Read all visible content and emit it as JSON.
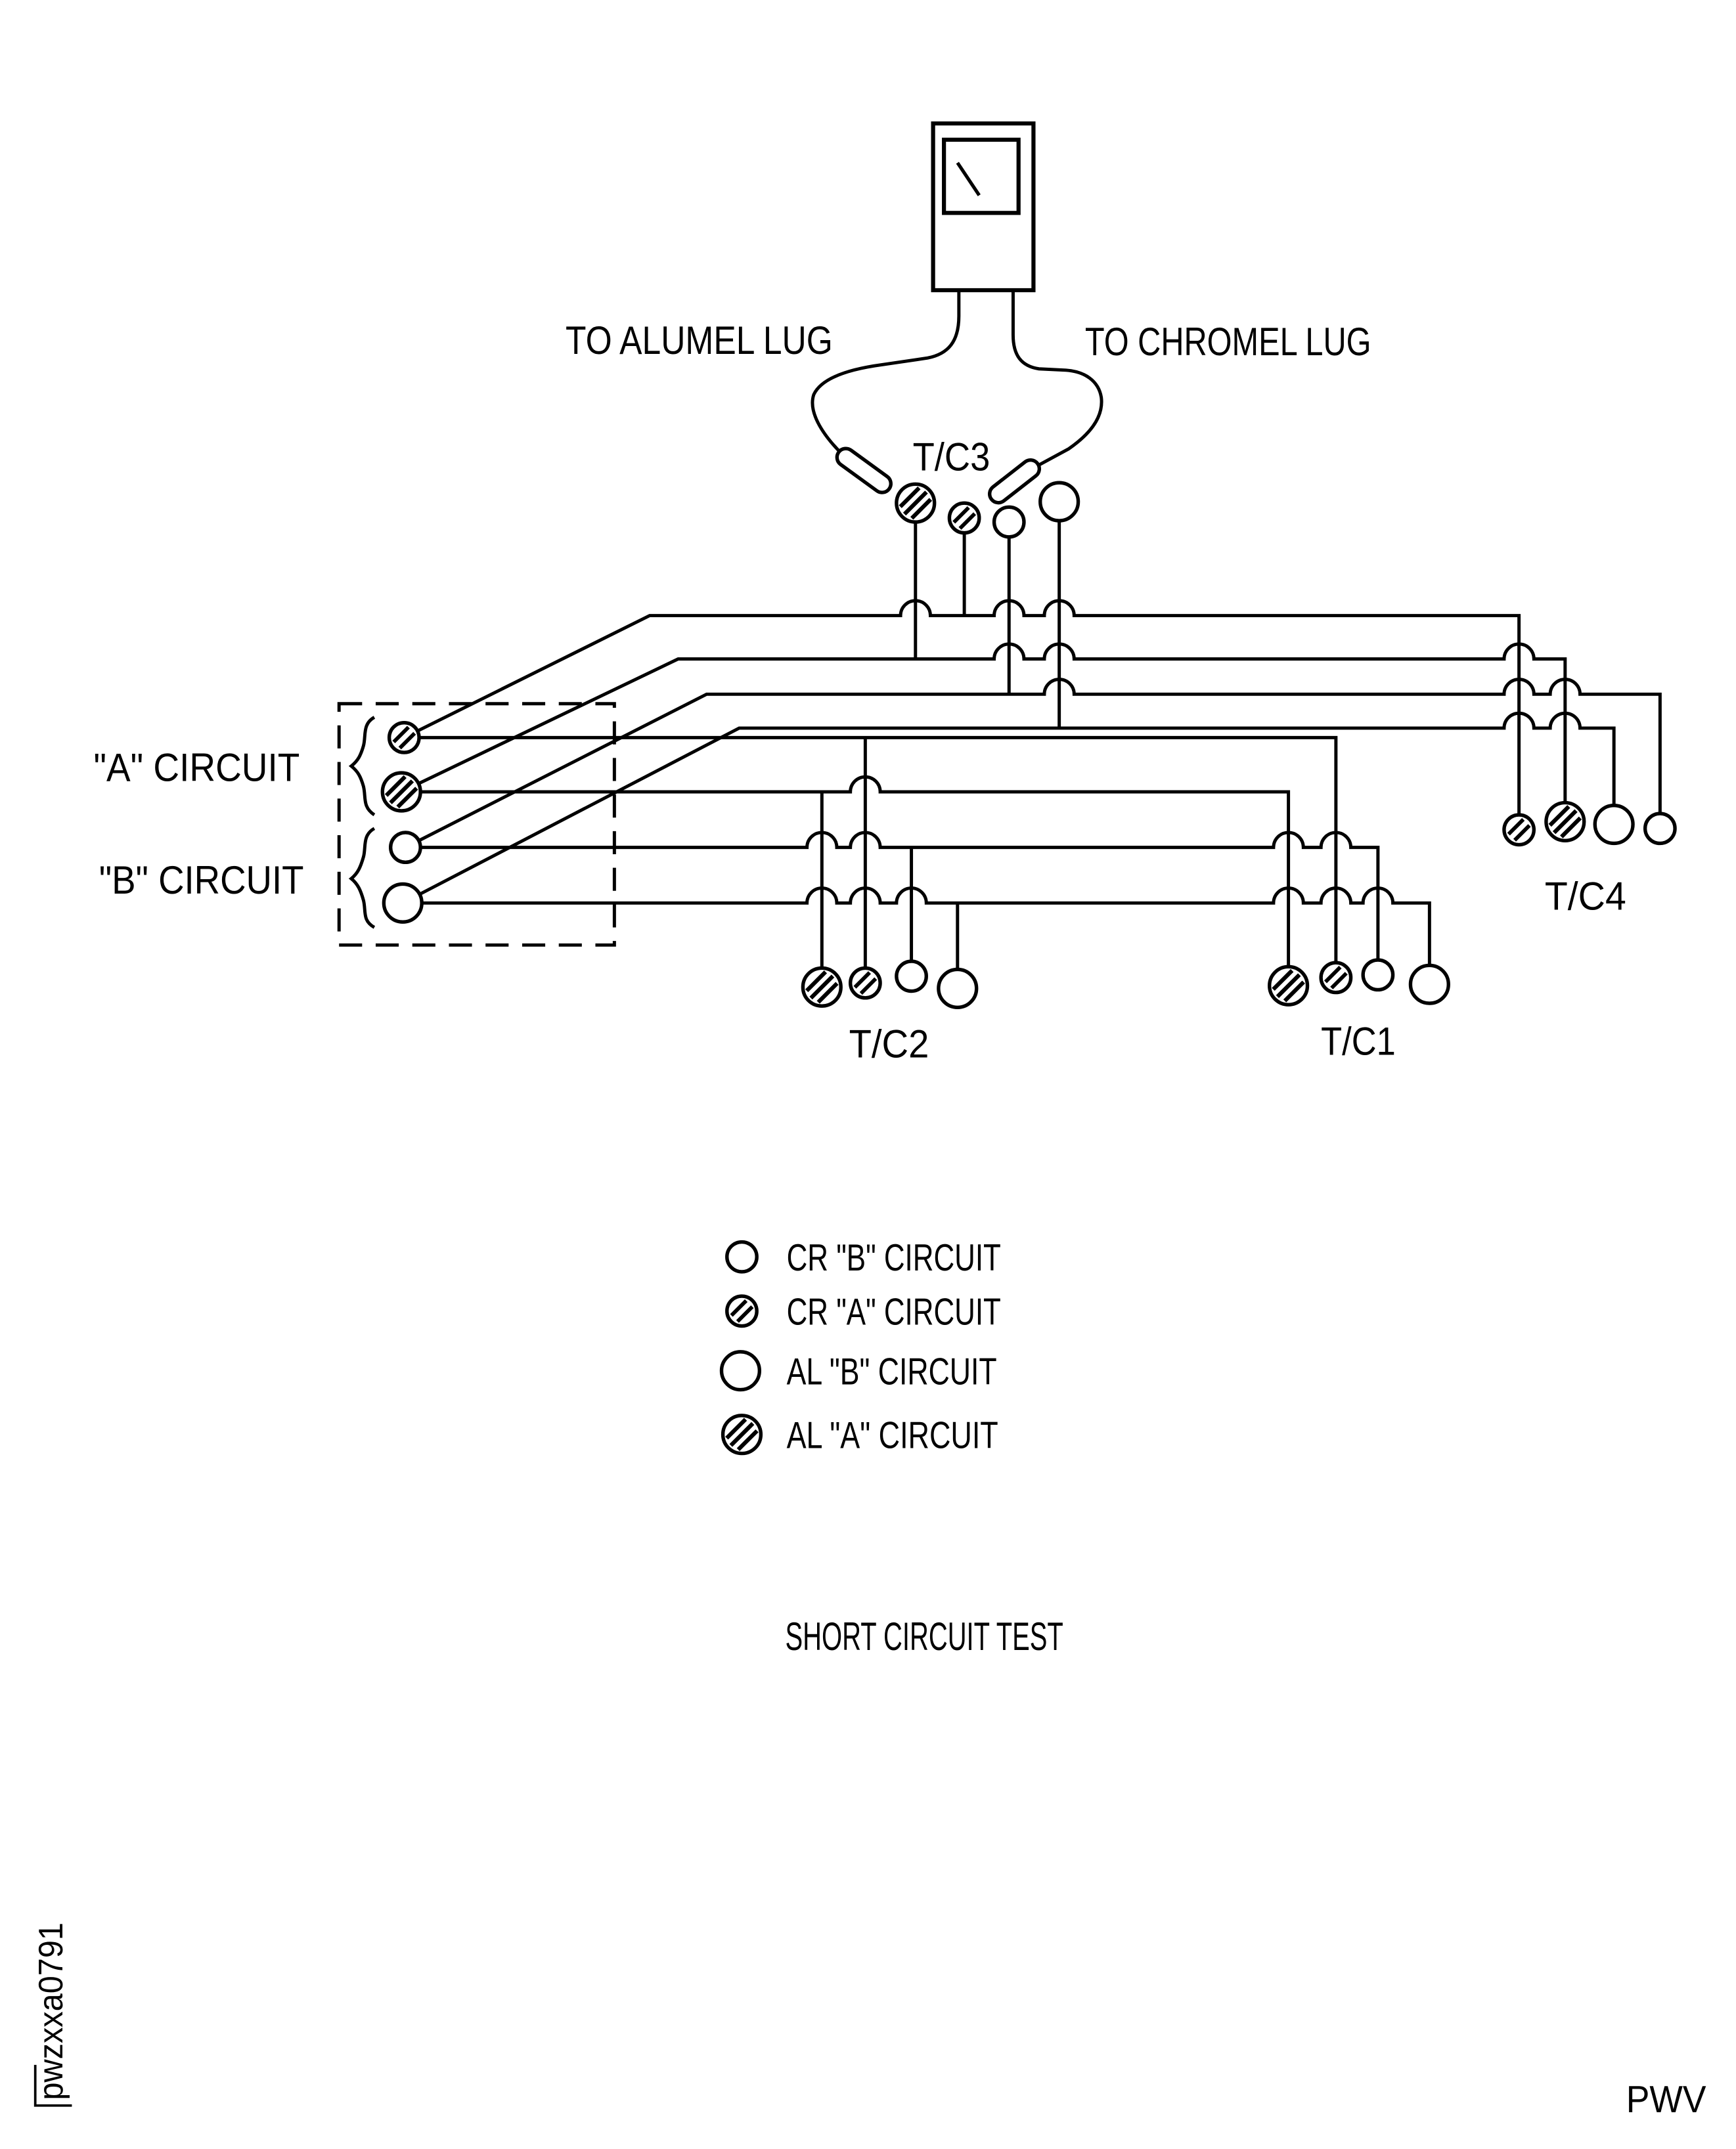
{
  "title": "SHORT CIRCUIT TEST",
  "labels": {
    "to_alumel_lug": "TO ALUMEL LUG",
    "to_chromel_lug": "TO CHROMEL LUG",
    "tc1": "T/C1",
    "tc2": "T/C2",
    "tc3": "T/C3",
    "tc4": "T/C4",
    "a_circuit": "\"A\" CIRCUIT",
    "b_circuit": "\"B\" CIRCUIT"
  },
  "legend": {
    "items": [
      {
        "symbol": "small-open-circle",
        "label": "CR \"B\" CIRCUIT"
      },
      {
        "symbol": "small-hatched-circle",
        "label": "CR \"A\" CIRCUIT"
      },
      {
        "symbol": "large-open-circle",
        "label": "AL \"B\" CIRCUIT"
      },
      {
        "symbol": "large-hatched-circle",
        "label": "AL \"A\" CIRCUIT"
      }
    ]
  },
  "footer": {
    "doc_code": "pwzxxa0791",
    "page_code": "PWV"
  },
  "colors": {
    "ink": "#000000",
    "background": "#ffffff"
  }
}
